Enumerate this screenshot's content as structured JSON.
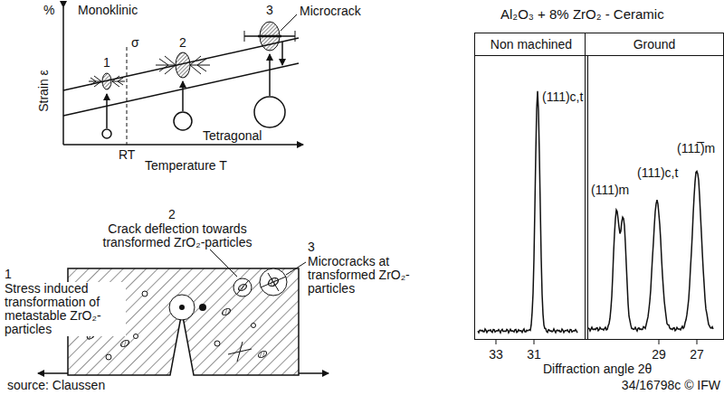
{
  "diagram": {
    "title": "Al₂O₃ + 8% ZrO₂ - Ceramic",
    "nodes": [
      {
        "text": [
          "Non machined"
        ]
      },
      {
        "text": [
          "Ground"
        ]
      }
    ],
    "labels": [
      "%",
      "Monoklinic",
      "σ",
      "1",
      "2",
      "3",
      "Microcrack",
      "Strain ε",
      "RT",
      "Temperature T",
      "Tetragonal",
      "1",
      "Stress induced transformation of metastable ZrO₂-particles",
      "2",
      "Crack deflection towards transformed ZrO₂-particles",
      "3",
      "Microcracks at transformed ZrO₂-particles",
      "(111)c,t",
      "(111)m",
      "(111)c,t",
      "(111̅)m",
      "33",
      "31",
      "29",
      "27",
      "Diffraction angle 2θ",
      "source: Claussen",
      "34/16798c © IFW"
    ]
  }
}
